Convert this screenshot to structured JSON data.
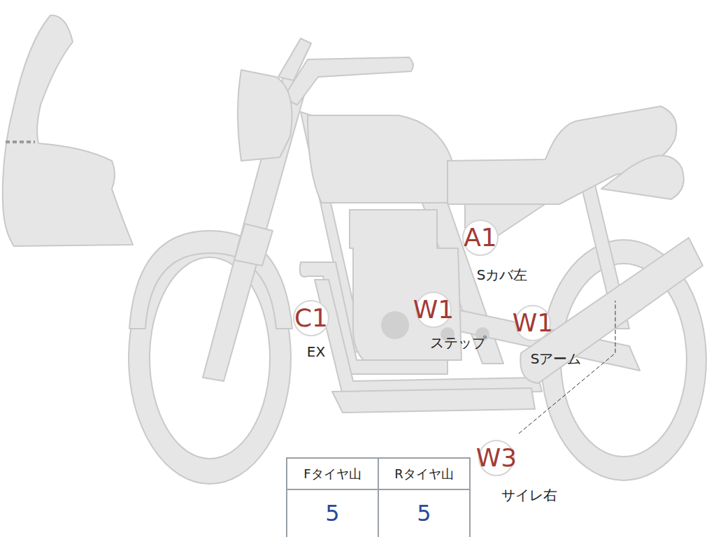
{
  "diagram": {
    "nodes": [
      {
        "text": [
          "A1",
          "Sカバ左"
        ]
      },
      {
        "text": [
          "C1",
          "EX"
        ]
      },
      {
        "text": [
          "W1",
          "ステップ"
        ]
      },
      {
        "text": [
          "W1",
          "Sアーム"
        ]
      },
      {
        "text": [
          "W3",
          "サイレ右"
        ]
      }
    ],
    "labels": [
      "Fタイヤ山",
      "Rタイヤ山",
      "5",
      "5"
    ]
  }
}
